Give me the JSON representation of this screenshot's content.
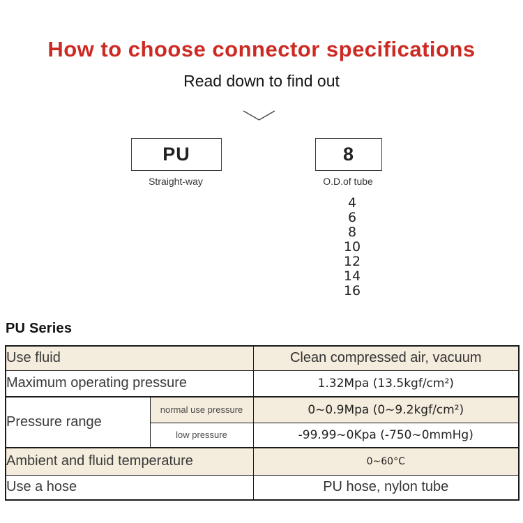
{
  "colors": {
    "title_red": "#cc2a23",
    "table_row_beige": "#f4ecdc",
    "table_border": "#1a1a1a",
    "text_dark": "#333333"
  },
  "header": {
    "title": "How to choose connector specifications",
    "subtitle": "Read down to find out",
    "chevron_icon": "chevron-down"
  },
  "selector": {
    "series_code": "PU",
    "series_caption": "Straight-way",
    "size_code": "8",
    "size_caption": "O.D.of tube",
    "size_options": [
      "4",
      "6",
      "8",
      "10",
      "12",
      "14",
      "16"
    ]
  },
  "series_section": {
    "heading": "PU Series"
  },
  "spec_table": {
    "rows": [
      {
        "label": "Use fluid",
        "value": "Clean compressed air, vacuum"
      },
      {
        "label": "Maximum operating pressure",
        "value": "1.32Mpa (13.5kgf/cm²)"
      },
      {
        "label": "Pressure range",
        "sub_label": "normal use pressure",
        "value": "0~0.9Mpa (0~9.2kgf/cm²)"
      },
      {
        "sub_label": "low pressure",
        "value": "-99.99~0Kpa (-750~0mmHg)"
      },
      {
        "label": "Ambient and fluid temperature",
        "value": "0~60°C"
      },
      {
        "label": "Use a hose",
        "value": "PU hose, nylon tube"
      }
    ]
  }
}
